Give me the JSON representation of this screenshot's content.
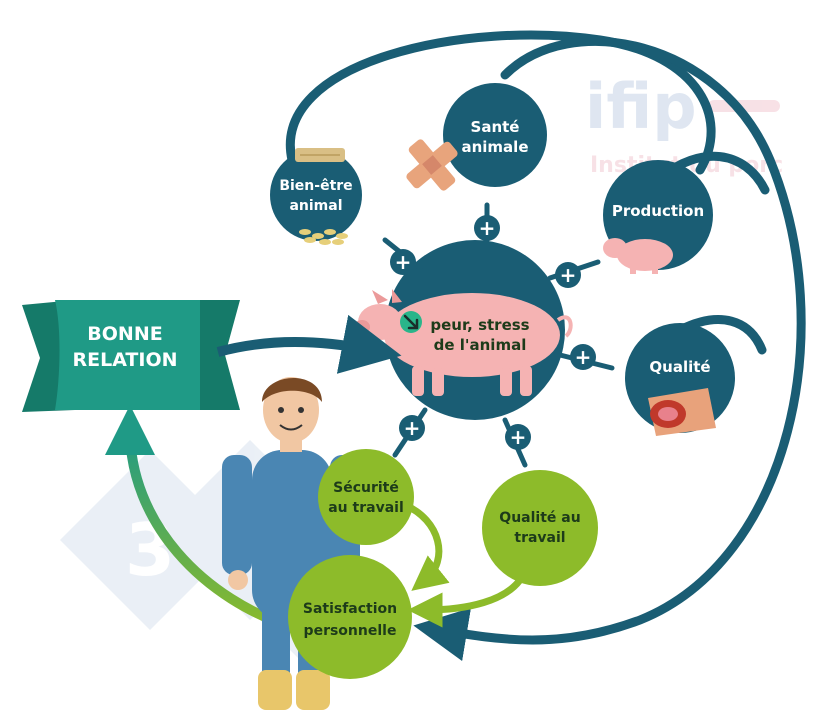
{
  "watermark": {
    "logo": "ifip",
    "subtitle": "Institut du porc",
    "stamp_number": "3"
  },
  "banner": {
    "line1": "BONNE",
    "line2": "RELATION"
  },
  "center": {
    "line1": "peur, stress",
    "line2": "de l'animal",
    "indicator": "decrease-arrow"
  },
  "nodes": {
    "sante": {
      "line1": "Santé",
      "line2": "animale"
    },
    "bien_etre": {
      "line1": "Bien-être",
      "line2": "animal"
    },
    "production": {
      "line1": "Production"
    },
    "qualite": {
      "line1": "Qualité"
    },
    "securite": {
      "line1": "Sécurité",
      "line2": "au travail"
    },
    "qualite_travail": {
      "line1": "Qualité au",
      "line2": "travail"
    },
    "satisfaction": {
      "line1": "Satisfaction",
      "line2": "personnelle"
    }
  },
  "plus_symbol": "+",
  "colors": {
    "teal_dark": "#1a5d74",
    "teal_banner": "#1f9a86",
    "green_node": "#8dbb2a",
    "pig_pink": "#f5b3b3",
    "watermark_blue": "#c5d3e6",
    "watermark_pink": "#f2c9d2"
  }
}
